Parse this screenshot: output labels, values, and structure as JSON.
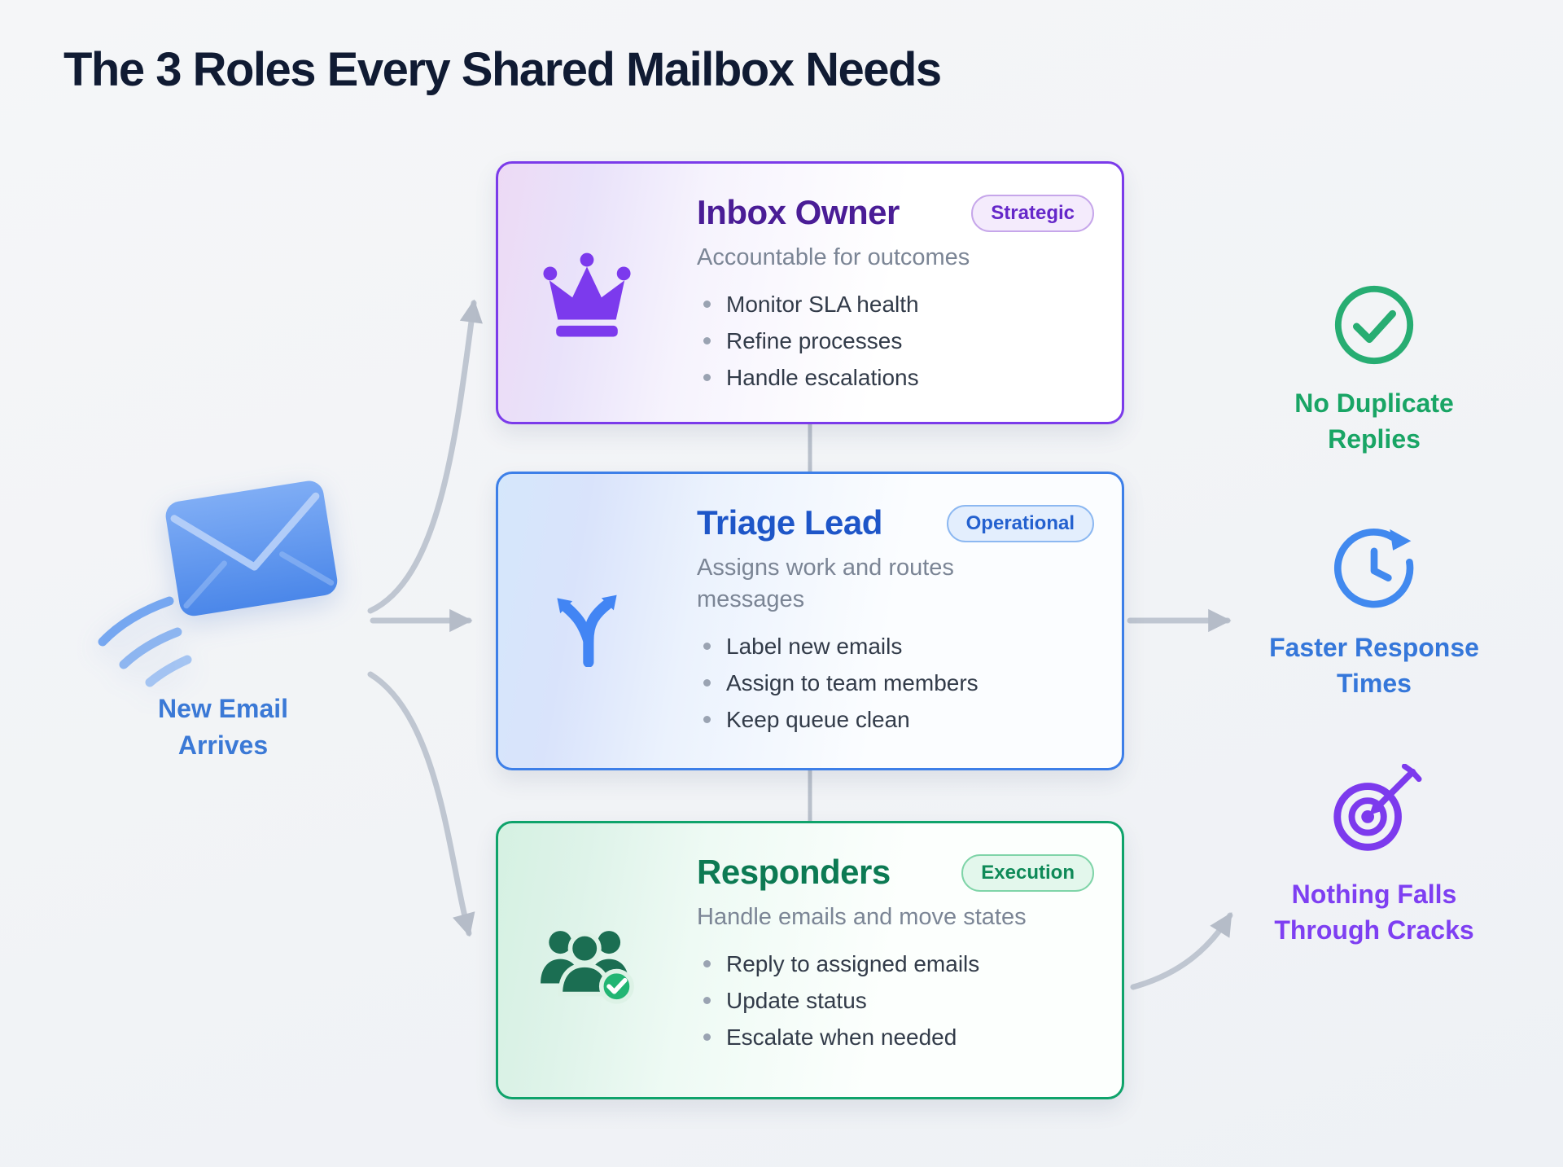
{
  "page": {
    "title": "The 3 Roles Every Shared Mailbox Needs",
    "background_color": "#f3f4f6"
  },
  "email_source": {
    "icon": "envelope-icon",
    "label": "New Email Arrives",
    "color": "#3b79d6"
  },
  "cards": [
    {
      "title": "Inbox Owner",
      "badge": "Strategic",
      "subtitle": "Accountable for outcomes",
      "bullets": [
        "Monitor SLA health",
        "Refine processes",
        "Handle escalations"
      ],
      "icon": "crown-icon",
      "accent": "#7b3bea"
    },
    {
      "title": "Triage Lead",
      "badge": "Operational",
      "subtitle": "Assigns work and routes messages",
      "bullets": [
        "Label new emails",
        "Assign to team members",
        "Keep queue clean"
      ],
      "icon": "split-arrows-icon",
      "accent": "#3d7fe8"
    },
    {
      "title": "Responders",
      "badge": "Execution",
      "subtitle": "Handle emails and move states",
      "bullets": [
        "Reply to assigned emails",
        "Update status",
        "Escalate when needed"
      ],
      "icon": "team-check-icon",
      "accent": "#0fa36b"
    }
  ],
  "outcomes": [
    {
      "label": "No Duplicate Replies",
      "icon": "check-circle-icon",
      "color": "#19a565"
    },
    {
      "label": "Faster Response Times",
      "icon": "clock-history-icon",
      "color": "#3577da"
    },
    {
      "label": "Nothing Falls Through Cracks",
      "icon": "target-icon",
      "color": "#7e3ff2"
    }
  ]
}
